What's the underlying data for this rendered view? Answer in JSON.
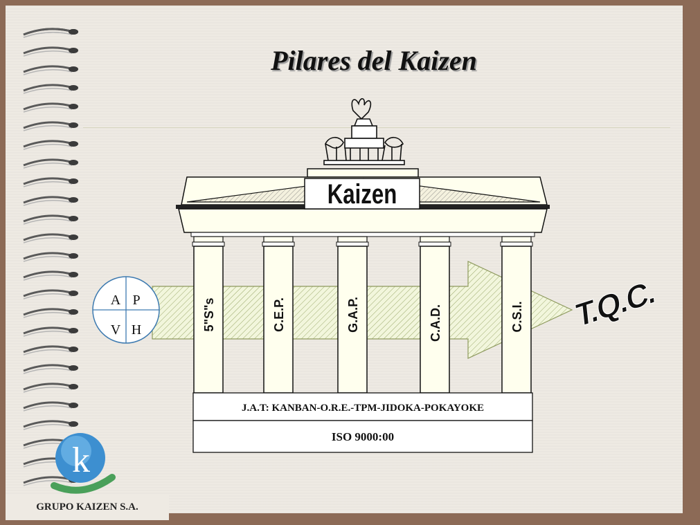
{
  "slide": {
    "title": "Pilares del Kaizen",
    "company": "GRUPO KAIZEN S.A.",
    "logo_letter": "k"
  },
  "diagram": {
    "roof_label": "Kaizen",
    "pdca": {
      "a": "A",
      "p": "P",
      "v": "V",
      "h": "H"
    },
    "pillars": [
      "5\"S\"s",
      "C.E.P.",
      "G.A.P.",
      "C.A.D.",
      "C.S.I."
    ],
    "goal": "T.Q.C.",
    "foundation_top": "J.A.T: KANBAN-O.R.E.-TPM-JIDOKA-POKAYOKE",
    "foundation_bottom": "ISO 9000:00"
  },
  "colors": {
    "frame": "#8c6a56",
    "paper": "#eeeae3",
    "pillar_fill": "#ffffee",
    "arrow_fill": "#e8f0c8",
    "logo_blue": "#3d8fd0",
    "logo_green": "#4aa05a"
  }
}
